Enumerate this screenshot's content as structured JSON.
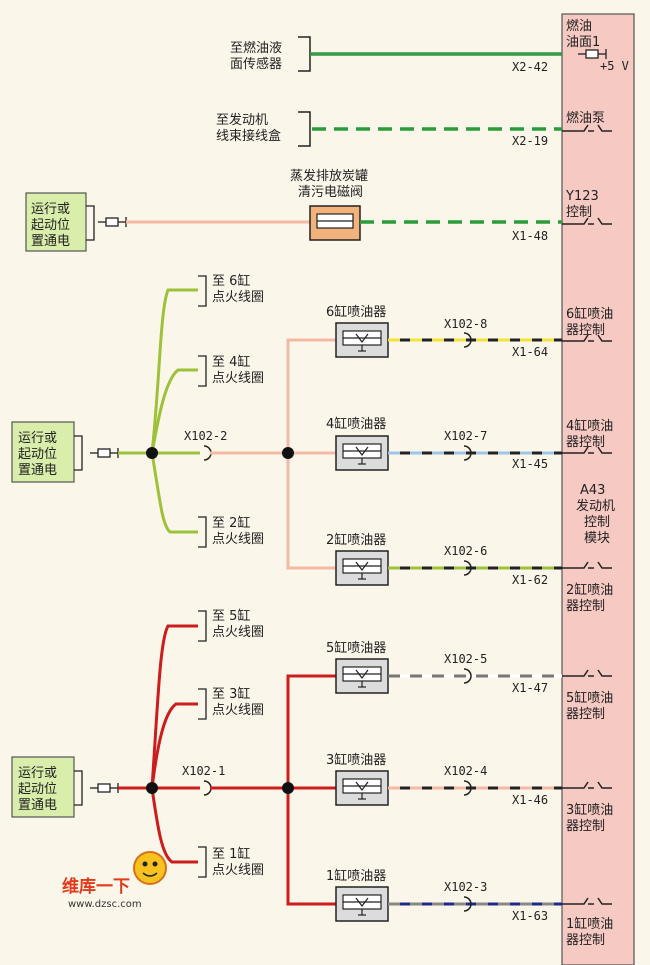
{
  "module": {
    "name_line1": "A43",
    "name_line2": "发动机",
    "name_line3": "控制",
    "name_line4": "模块",
    "color": "#f6c9c2",
    "pins": {
      "fuel_level_l1": "燃油",
      "fuel_level_l2": "油面1",
      "fuel_level_v": "+5 V",
      "fuel_pump": "燃油泵",
      "y123_l1": "Y123",
      "y123_l2": "控制",
      "inj6_l1": "6缸喷油",
      "inj6_l2": "器控制",
      "inj4_l1": "4缸喷油",
      "inj4_l2": "器控制",
      "inj2_l1": "2缸喷油",
      "inj2_l2": "器控制",
      "inj5_l1": "5缸喷油",
      "inj5_l2": "器控制",
      "inj3_l1": "3缸喷油",
      "inj3_l2": "器控制",
      "inj1_l1": "1缸喷油",
      "inj1_l2": "器控制"
    }
  },
  "top": {
    "sensor_l1": "至燃油液",
    "sensor_l2": "面传感器",
    "sensor_pin": "X2-42",
    "harness_l1": "至发动机",
    "harness_l2": "线束接线盒",
    "harness_pin": "X2-19",
    "valve_l1": "蒸发排放炭罐",
    "valve_l2": "清污电磁阀",
    "valve_pin": "X1-48",
    "power_l1": "运行或",
    "power_l2": "起动位",
    "power_l3": "置通电"
  },
  "bank1": {
    "power_l1": "运行或",
    "power_l2": "起动位",
    "power_l3": "置通电",
    "connector": "X102-2",
    "coil6_l1": "至 6缸",
    "coil6_l2": "点火线圈",
    "coil4_l1": "至 4缸",
    "coil4_l2": "点火线圈",
    "coil2_l1": "至 2缸",
    "coil2_l2": "点火线圈",
    "inj6": "6缸喷油器",
    "inj4": "4缸喷油器",
    "inj2": "2缸喷油器",
    "inj6_conn": "X102-8",
    "inj4_conn": "X102-7",
    "inj2_conn": "X102-6",
    "inj6_pin": "X1-64",
    "inj4_pin": "X1-45",
    "inj2_pin": "X1-62"
  },
  "bank2": {
    "power_l1": "运行或",
    "power_l2": "起动位",
    "power_l3": "置通电",
    "connector": "X102-1",
    "coil5_l1": "至 5缸",
    "coil5_l2": "点火线圈",
    "coil3_l1": "至 3缸",
    "coil3_l2": "点火线圈",
    "coil1_l1": "至 1缸",
    "coil1_l2": "点火线圈",
    "inj5": "5缸喷油器",
    "inj3": "3缸喷油器",
    "inj1": "1缸喷油器",
    "inj5_conn": "X102-5",
    "inj3_conn": "X102-4",
    "inj1_conn": "X102-3",
    "inj5_pin": "X1-47",
    "inj3_pin": "X1-46",
    "inj1_pin": "X1-63"
  },
  "watermark": {
    "line1": "维库一下",
    "line2": "www.dzsc.com"
  },
  "colors": {
    "green_wire": "#2a9c3a",
    "lime_wire": "#9dc23a",
    "pink_wire": "#f5b9a3",
    "red_wire": "#cc1c1c",
    "power_box": "#d8eeaa",
    "valve_box": "#f2b27c"
  }
}
